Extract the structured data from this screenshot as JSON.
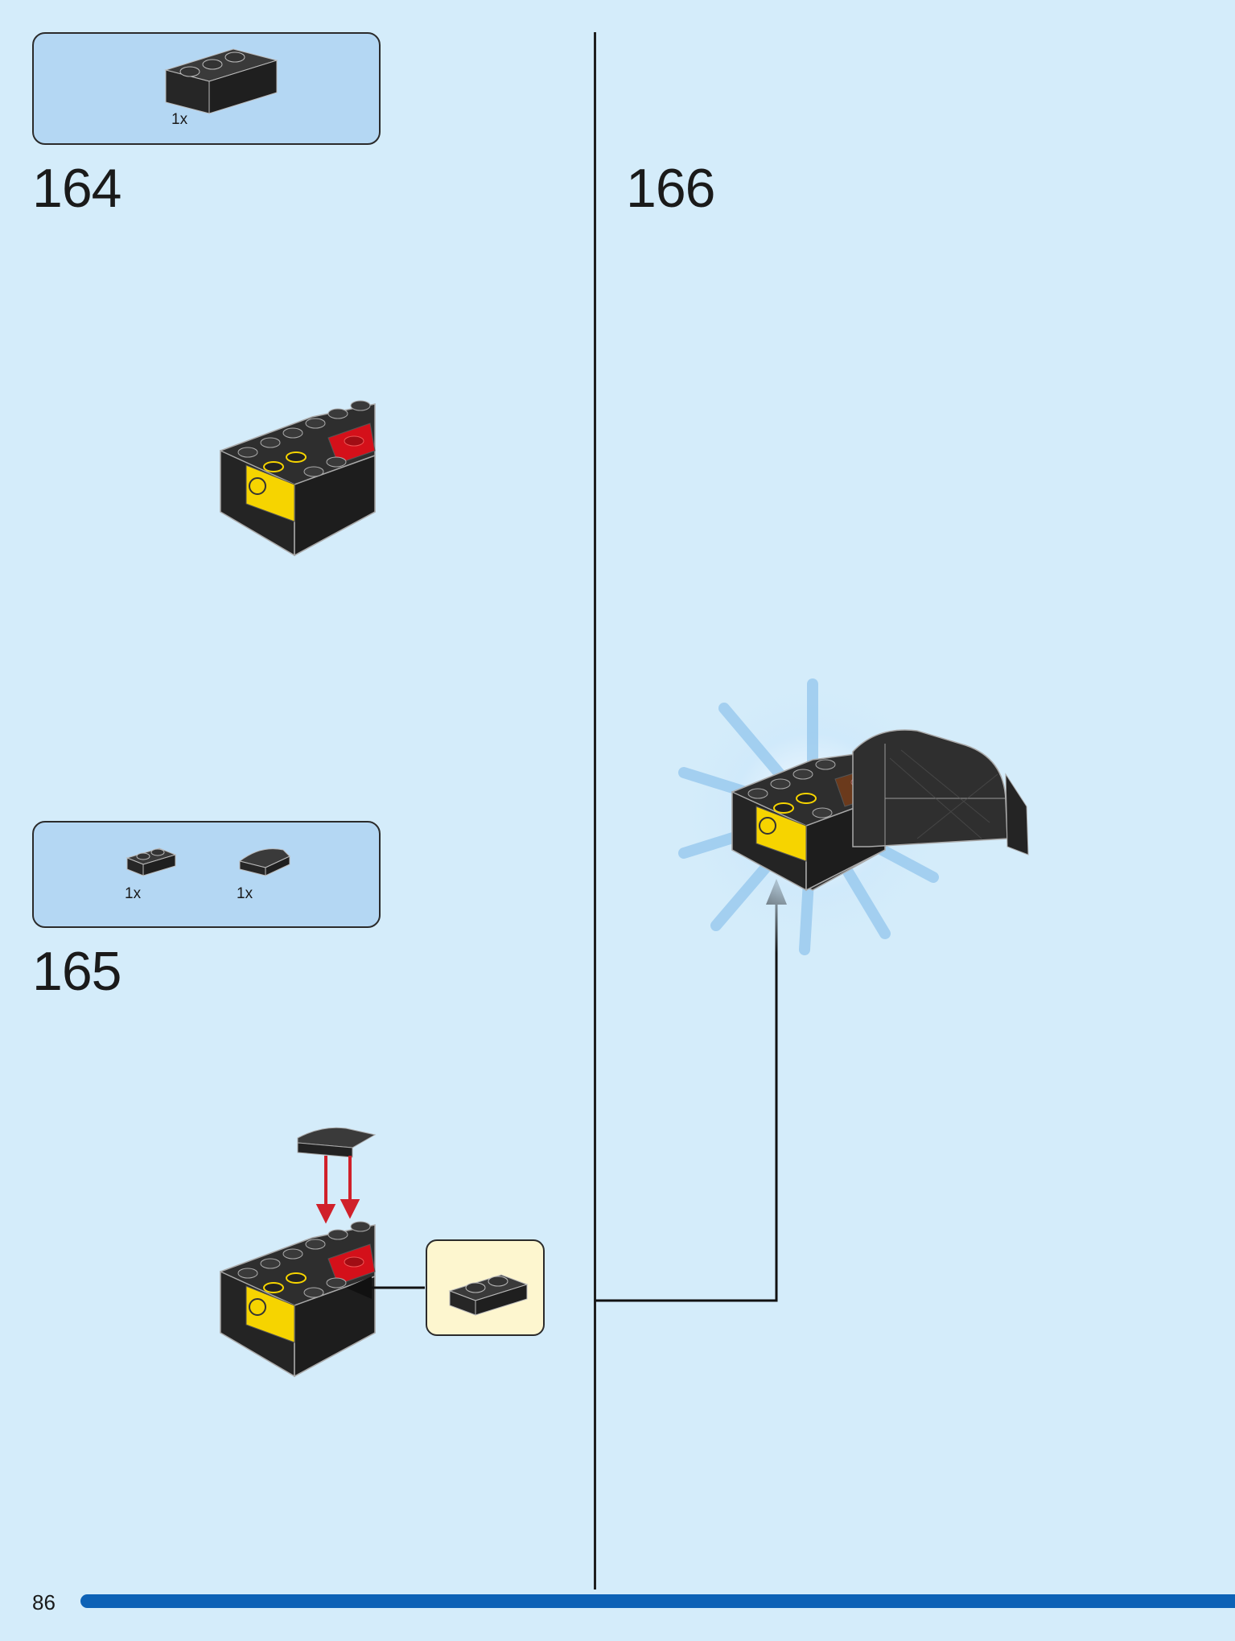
{
  "steps": [
    {
      "number": "164",
      "parts": [
        {
          "qty": "1x",
          "part": "brick-1x3-black"
        }
      ]
    },
    {
      "number": "165",
      "parts": [
        {
          "qty": "1x",
          "part": "plate-1x2-black"
        },
        {
          "qty": "1x",
          "part": "curved-slope-black"
        }
      ]
    },
    {
      "number": "166"
    }
  ],
  "page": {
    "number": "86"
  },
  "colors": {
    "background": "#d4ecfa",
    "parts_box": "#b4d7f3",
    "sub_callout": "#fdf6cf",
    "brick_black": "#2e2e2e",
    "brick_yellow": "#f6d400",
    "brick_red": "#d4101a",
    "brick_brown": "#6b3a1c",
    "arrow_red": "#d0202a",
    "page_bar": "#0d62b6"
  }
}
